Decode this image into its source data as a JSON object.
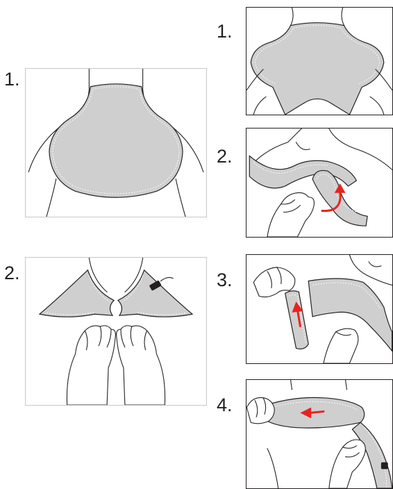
{
  "left_column": {
    "steps": [
      {
        "label": "1."
      },
      {
        "label": "2."
      }
    ]
  },
  "right_column": {
    "steps": [
      {
        "label": "1."
      },
      {
        "label": "2."
      },
      {
        "label": "3."
      },
      {
        "label": "4."
      }
    ]
  },
  "colors": {
    "cushion": "#cfcfcf",
    "outline": "#231f20",
    "arrow": "#e8231f"
  }
}
